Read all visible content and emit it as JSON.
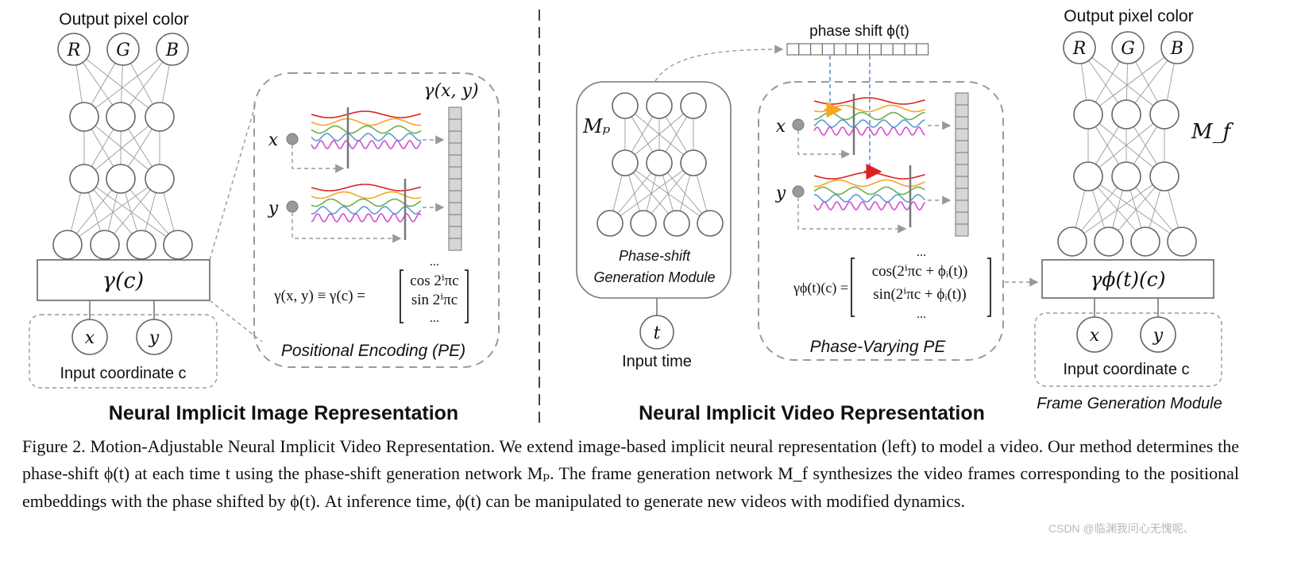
{
  "left": {
    "output_label": "Output pixel color",
    "channels": [
      "R",
      "G",
      "B"
    ],
    "encoding_label": "γ(c)",
    "inputs": [
      "x",
      "y"
    ],
    "input_label": "Input coordinate c",
    "pe": {
      "vector_label": "γ(x, y)",
      "x_label": "x",
      "y_label": "y",
      "formula_lhs": "γ(x, y) ≡ γ(c) =",
      "matrix_rows": [
        "...",
        "cos 2ⁱπc",
        "sin 2ⁱπc",
        "..."
      ],
      "caption": "Positional Encoding (PE)"
    },
    "title": "Neural Implicit Image Representation"
  },
  "right": {
    "phase_label": "phase shift ϕ(t)",
    "mp_label": "Mₚ",
    "mp_name_line1": "Phase-shift",
    "mp_name_line2": "Generation Module",
    "time_node": "t",
    "time_label": "Input time",
    "pe": {
      "x_label": "x",
      "y_label": "y",
      "formula_lhs": "γϕ(t)(c) =",
      "matrix_rows": [
        "...",
        "cos(2ⁱπc + ϕᵢ(t))",
        "sin(2ⁱπc + ϕᵢ(t))",
        "..."
      ],
      "caption": "Phase-Varying PE"
    },
    "output_label": "Output pixel color",
    "channels": [
      "R",
      "G",
      "B"
    ],
    "mf_label": "M_f",
    "encoding_label": "γϕ(t)(c)",
    "inputs": [
      "x",
      "y"
    ],
    "input_label": "Input coordinate c",
    "module_label": "Frame Generation Module",
    "title": "Neural Implicit Video Representation"
  },
  "caption": "Figure 2. Motion-Adjustable Neural Implicit Video Representation. We extend image-based implicit neural representation (left) to model a video. Our method determines the phase-shift ϕ(t) at each time t using the phase-shift generation network Mₚ. The frame generation network M_f synthesizes the video frames corresponding to the positional embeddings with the phase shifted by ϕ(t). At inference time, ϕ(t) can be manipulated to generate new videos with modified dynamics.",
  "watermark": "CSDN @临渊我问心无愧呢、",
  "colors": {
    "red": "#e02020",
    "green": "#6ab04c",
    "blue": "#5b9bd5",
    "orange": "#f5a623",
    "magenta": "#d050d0",
    "divider": "#444444"
  }
}
